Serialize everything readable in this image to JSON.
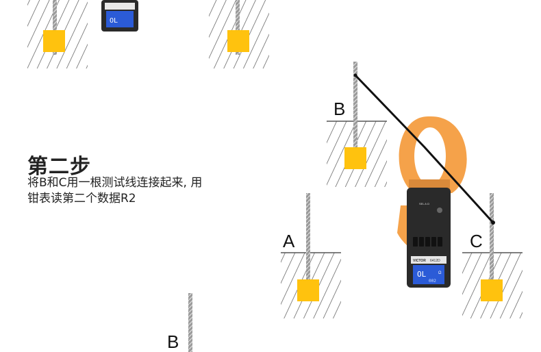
{
  "step": {
    "title": "第二步",
    "line1": "将B和C用一根测试线连接起来, 用",
    "line2": "钳表读第二个数据R2"
  },
  "electrodes": {
    "a_label": "A",
    "b_label": "B",
    "c_label": "C",
    "b_bottom_label": "B"
  },
  "meter": {
    "brand": "VICTOR",
    "model": "6412D",
    "subtitle": "GROUND TESTER",
    "display_main": "OL",
    "display_unit": "Ω",
    "display_sub": "002"
  },
  "colors": {
    "clamp": "#F5A24A",
    "body": "#2a2a2a",
    "screen": "#2b5bd7",
    "soil_block": "#FFC20E",
    "hatch": "#555555"
  }
}
